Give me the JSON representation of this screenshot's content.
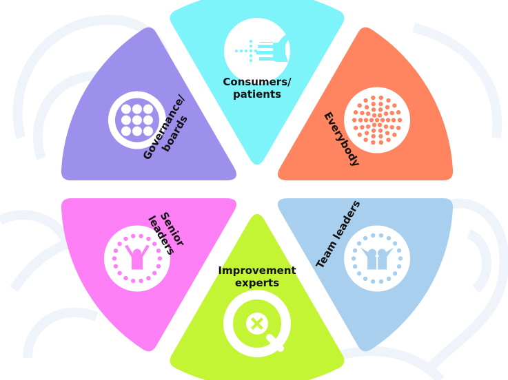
{
  "diagram": {
    "type": "six-segment wheel",
    "background_color": "#ffffff",
    "pattern_color": "#eef4fa",
    "segments": [
      {
        "id": "consumers",
        "label_lines": [
          "Consumers/",
          "patients"
        ],
        "color": "#7df4fa",
        "icon": "hand-pointing-dots-icon"
      },
      {
        "id": "everybody",
        "label_lines": [
          "Everybody"
        ],
        "color": "#ff845f",
        "icon": "dot-burst-icon"
      },
      {
        "id": "team-leaders",
        "label_lines": [
          "Team leaders"
        ],
        "color": "#a9cfee",
        "icon": "two-people-circle-icon"
      },
      {
        "id": "improvement-experts",
        "label_lines": [
          "Improvement",
          "experts"
        ],
        "color": "#c4f535",
        "icon": "magnifier-cross-icon"
      },
      {
        "id": "senior-leaders",
        "label_lines": [
          "Senior",
          "leaders"
        ],
        "color": "#fd7ff5",
        "icon": "person-circle-icon"
      },
      {
        "id": "governance",
        "label_lines": [
          "Governance/",
          "boards"
        ],
        "color": "#9d90ec",
        "icon": "nine-dots-grid-icon"
      }
    ]
  }
}
